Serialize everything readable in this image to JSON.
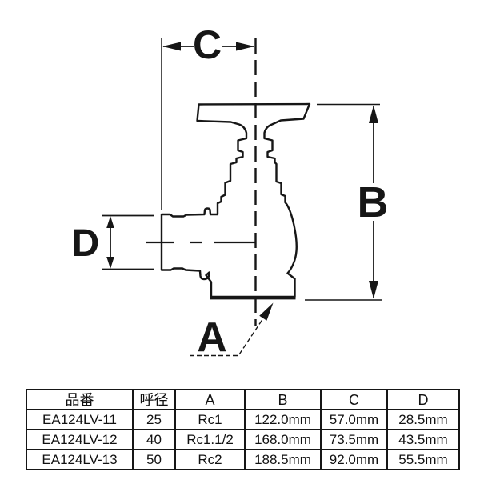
{
  "diagram": {
    "title": "angle-valve-dimension-drawing",
    "labels": {
      "a": "A",
      "b": "B",
      "c": "C",
      "d": "D"
    },
    "line_color": "#161616",
    "background": "#ffffff"
  },
  "table": {
    "headers": [
      "品番",
      "呼径",
      "A",
      "B",
      "C",
      "D"
    ],
    "rows": [
      {
        "cells": [
          "EA124LV-11",
          "25",
          "Rc1",
          "122.0mm",
          "57.0mm",
          "28.5mm"
        ]
      },
      {
        "cells": [
          "EA124LV-12",
          "40",
          "Rc1.1/2",
          "168.0mm",
          "73.5mm",
          "43.5mm"
        ]
      },
      {
        "cells": [
          "EA124LV-13",
          "50",
          "Rc2",
          "188.5mm",
          "92.0mm",
          "55.5mm"
        ]
      }
    ]
  }
}
